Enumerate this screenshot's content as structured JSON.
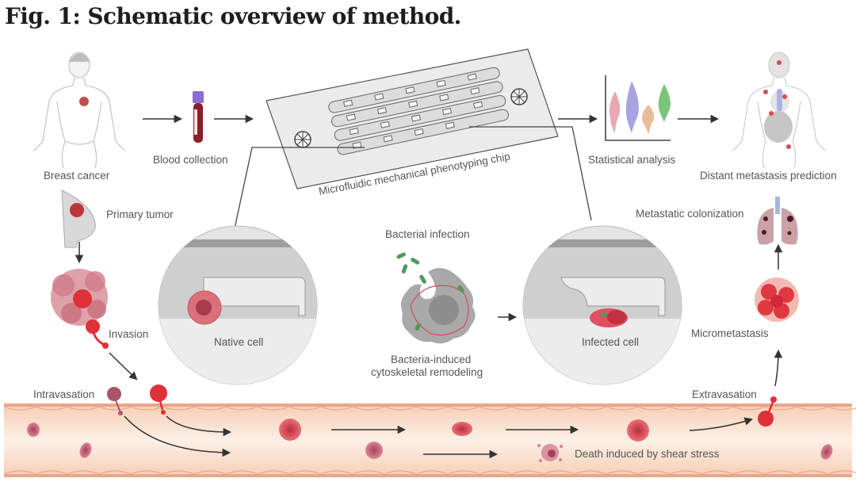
{
  "figure": {
    "title": "Fig. 1: Schematic overview of method.",
    "labels": {
      "breast_cancer": "Breast cancer",
      "blood_collection": "Blood collection",
      "chip": "Microfluidic mechanical phenotyping chip",
      "statistical_analysis": "Statistical analysis",
      "distant_metastasis_prediction": "Distant metastasis prediction",
      "primary_tumor": "Primary tumor",
      "invasion": "Invasion",
      "native_cell": "Native cell",
      "bacterial_infection": "Bacterial infection",
      "bacteria_induced_line1": "Bacteria-induced",
      "bacteria_induced_line2": "cytoskeletal remodeling",
      "infected_cell": "Infected cell",
      "metastatic_colonization": "Metastatic colonization",
      "micrometastasis": "Micrometastasis",
      "intravasation": "Intravasation",
      "extravasation": "Extravasation",
      "death_shear": "Death induced by shear stress"
    },
    "colors": {
      "arrow": "#333333",
      "vessel": "#fbe3d3",
      "vessel_wall": "#e9a68a",
      "tumor_red": "#e0303a",
      "cell_pink": "#d9707a",
      "bacteria_green": "#4f9a5a",
      "chip_gray": "#e6e6e6",
      "tube_cap": "#8d6bd0",
      "blood": "#8b1f28"
    },
    "violin_colors": [
      "#e7a0a8",
      "#9c9ae0",
      "#e7b58e",
      "#6bbf6a"
    ]
  }
}
